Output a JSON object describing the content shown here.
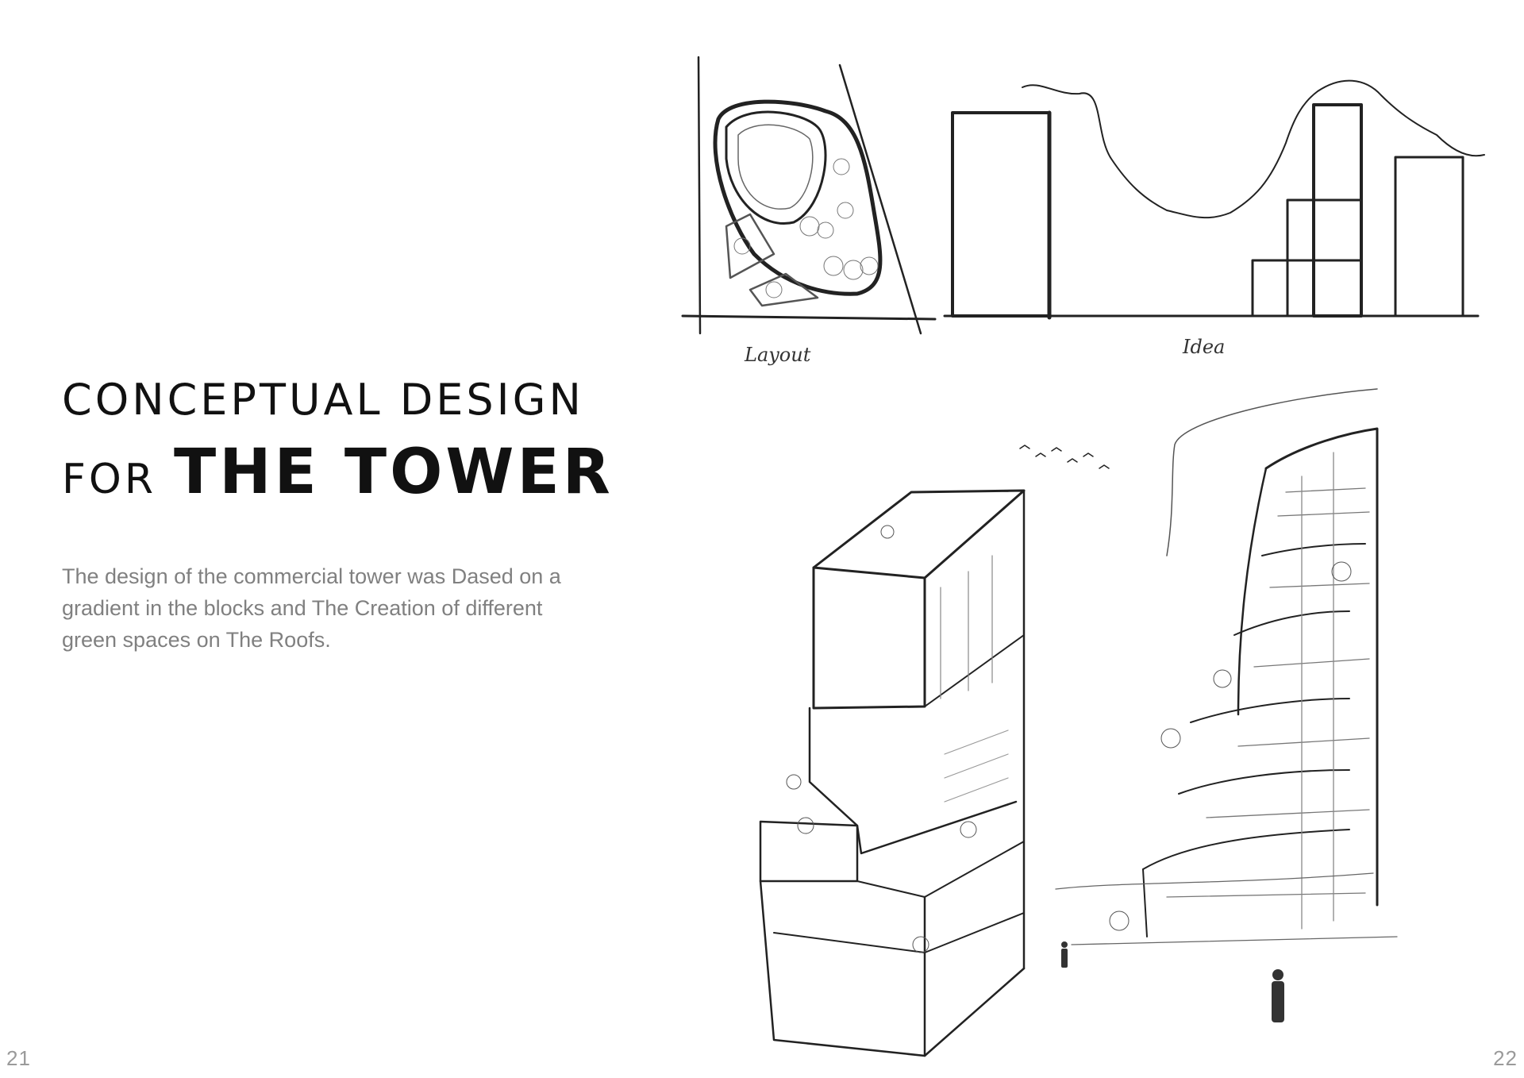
{
  "heading": {
    "line1": "CONCEPTUAL DESIGN",
    "line2_prefix": "FOR",
    "line2_emphasis": "THE TOWER"
  },
  "description": "The design of the commercial tower was Dased on a gradient in the blocks and The Creation of different green spaces on The Roofs.",
  "page_numbers": {
    "left": "21",
    "right": "22"
  },
  "sketch_labels": {
    "layout": "Layout",
    "idea": "Idea"
  }
}
